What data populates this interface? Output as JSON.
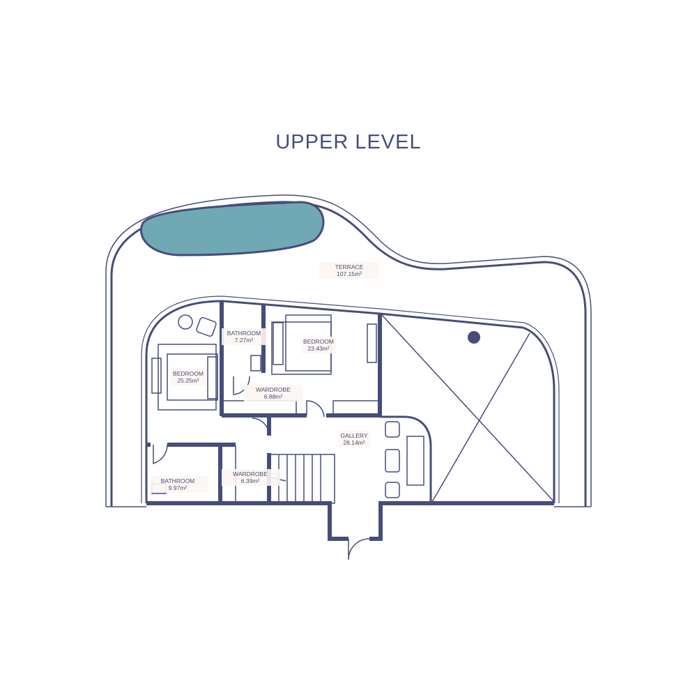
{
  "title": "UPPER LEVEL",
  "colors": {
    "walls": "#454d7a",
    "pool": "#70a9b4",
    "label_bg": "#fdf6f2"
  },
  "rooms": [
    {
      "name": "TERRACE",
      "area": "107.15m²"
    },
    {
      "name": "BATHROOM",
      "area": "7.27m²"
    },
    {
      "name": "BEDROOM",
      "area": "23.43m²"
    },
    {
      "name": "BEDROOM",
      "area": "25.25m²"
    },
    {
      "name": "WARDROBE",
      "area": "6.88m²"
    },
    {
      "name": "GALLERY",
      "area": "28.14m²"
    },
    {
      "name": "WARDROBE",
      "area": "6.39m²"
    },
    {
      "name": "BATHROOM",
      "area": "9.97m²"
    }
  ]
}
